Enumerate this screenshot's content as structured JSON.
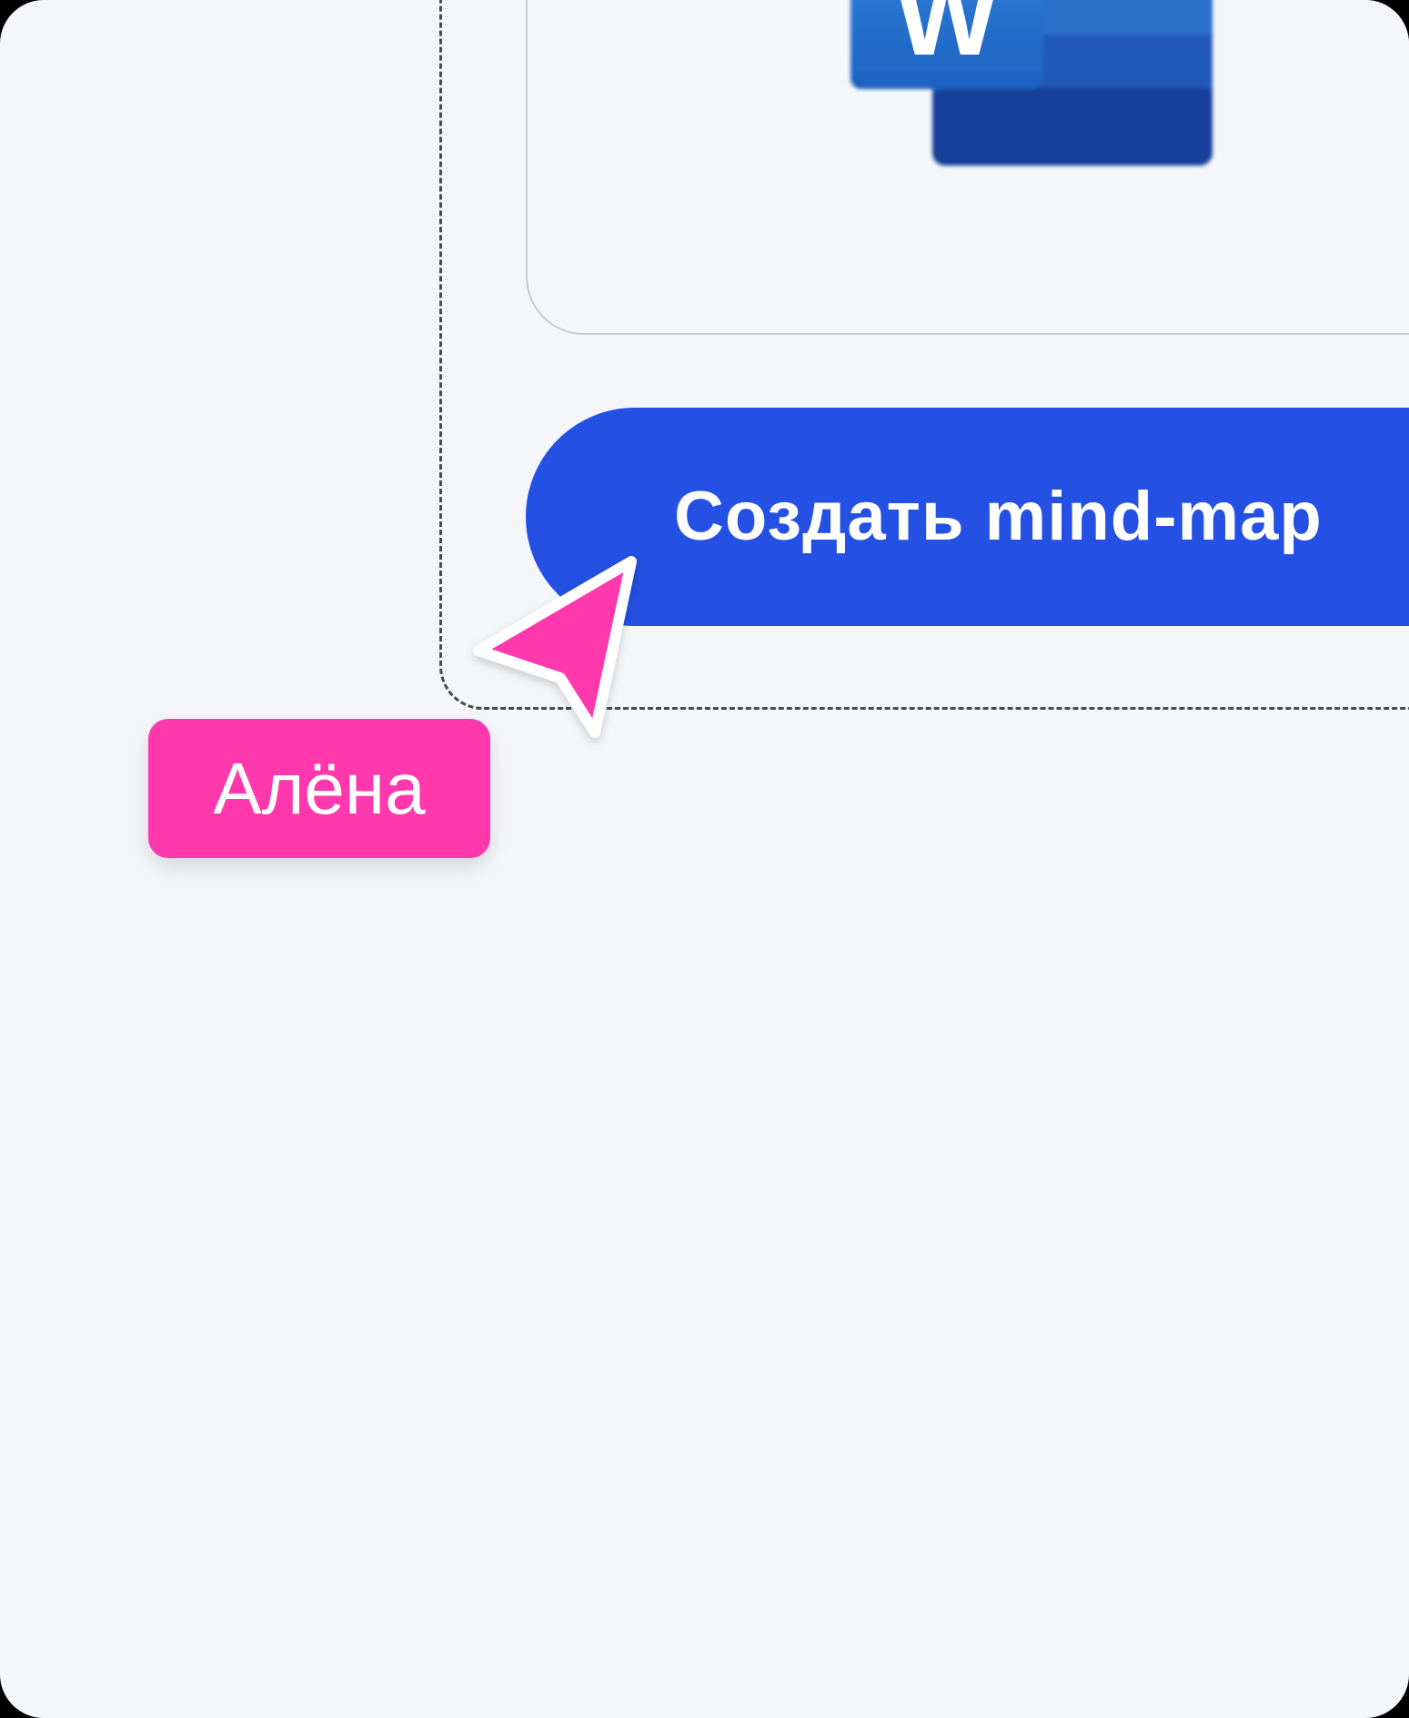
{
  "canvas": {
    "background_color": "#F5F6F9"
  },
  "file_card": {
    "icon": "word-icon",
    "icon_letter": "W"
  },
  "create_button": {
    "label": "Создать mind-map",
    "color": "#2450E3"
  },
  "collaborator_cursor": {
    "icon": "cursor-arrow-icon",
    "name": "Алёна",
    "color": "#FF38AE"
  }
}
